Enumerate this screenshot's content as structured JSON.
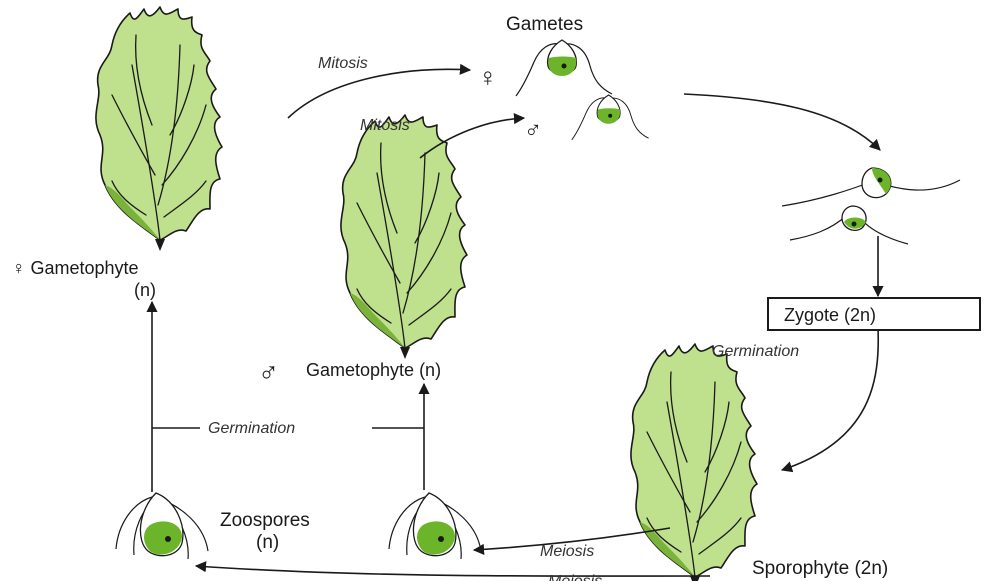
{
  "labels": {
    "gametes": "Gametes",
    "mitosis_top": "Mitosis",
    "mitosis_mid": "Mitosis",
    "female_gametophyte_line1": "♀ Gametophyte",
    "female_gametophyte_line2": "(n)",
    "male_gametophyte": "Gametophyte (n)",
    "zygote": "Zygote (2n)",
    "germination_right": "Germination",
    "germination_left": "Germination",
    "zoospores_line1": "Zoospores",
    "zoospores_line2": "(n)",
    "meiosis": "Meiosis",
    "meiosis_bottom": "Meiosis",
    "sporophyte": "Sporophyte (2n)"
  },
  "symbols": {
    "female": "♀",
    "male": "♂"
  },
  "colors": {
    "thallus_fill": "#bfe08c",
    "thallus_shade": "#7bb33a",
    "chloroplast": "#6cb52a",
    "ink": "#1a1a1a"
  }
}
